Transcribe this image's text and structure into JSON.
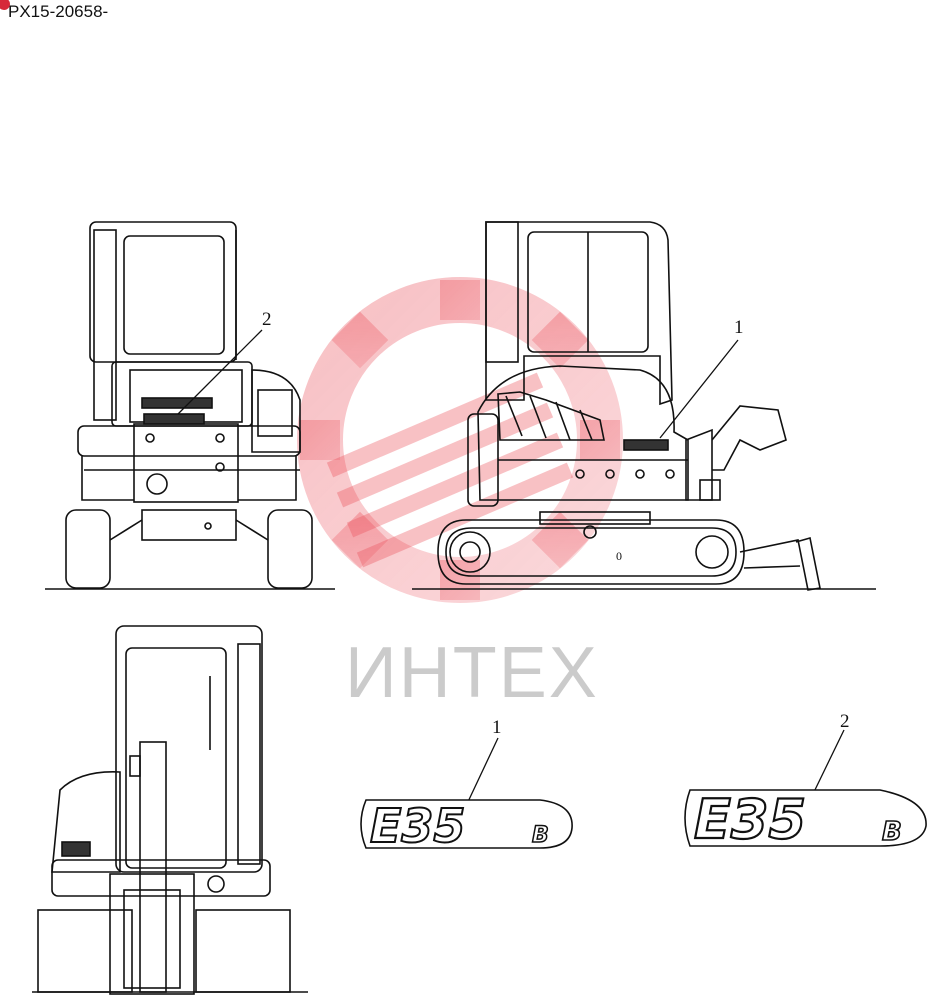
{
  "header": {
    "doc_id": "PX15-20658-"
  },
  "callouts": {
    "rear_view": "2",
    "side_view": "1",
    "decal_small": "1",
    "decal_large": "2"
  },
  "decals": {
    "model_main": "E35",
    "model_suffix": "B"
  },
  "watermark": {
    "text": "ИНТЕХ",
    "color": "#e83a46"
  },
  "colors": {
    "line": "#111111",
    "background": "#ffffff"
  }
}
